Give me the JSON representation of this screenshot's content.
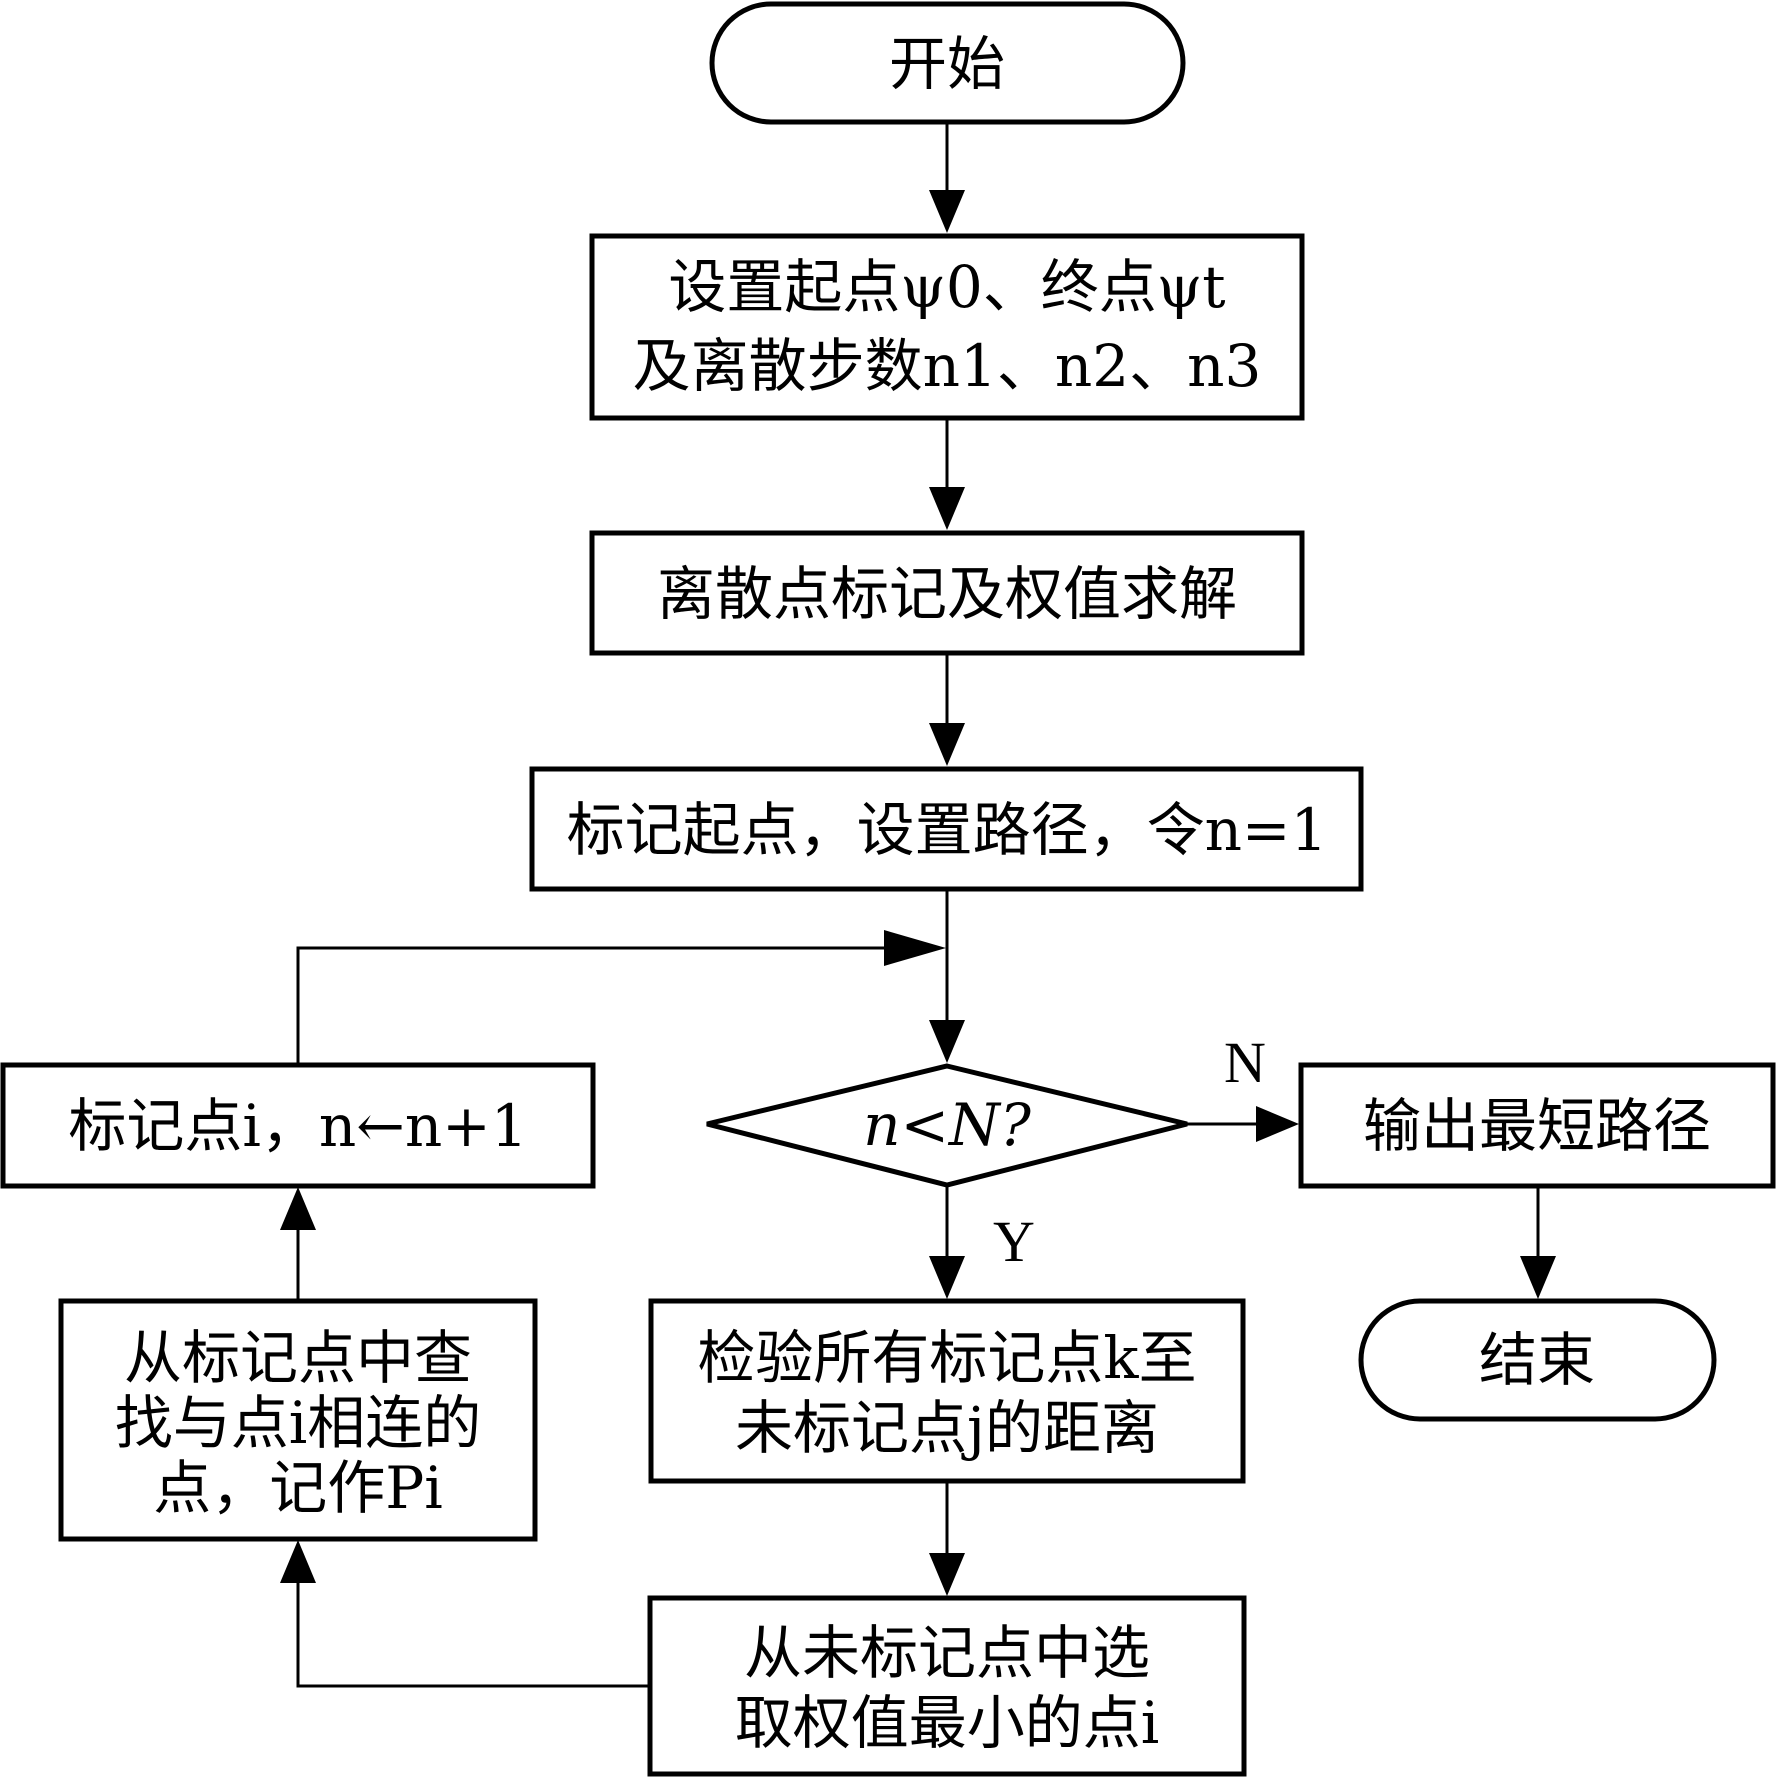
{
  "nodes": {
    "start": {
      "lines": [
        "开始"
      ]
    },
    "init": {
      "lines": [
        "设置起点ψ0、终点ψt",
        "及离散步数n1、n2、n3"
      ]
    },
    "mark": {
      "lines": [
        "离散点标记及权值求解"
      ]
    },
    "setpath": {
      "lines": [
        "标记起点，设置路径，令n=1"
      ]
    },
    "decision": {
      "lines": [
        "n<N?"
      ]
    },
    "output": {
      "lines": [
        "输出最短路径"
      ]
    },
    "end": {
      "lines": [
        "结束"
      ]
    },
    "check": {
      "lines": [
        "检验所有标记点k至",
        "未标记点j的距离"
      ]
    },
    "select": {
      "lines": [
        "从未标记点中选",
        "取权值最小的点i"
      ]
    },
    "find": {
      "lines": [
        "从标记点中查",
        "找与点i相连的",
        "点，记作Pi"
      ]
    },
    "update": {
      "lines": [
        "标记点i，n←n+1"
      ]
    }
  },
  "edge_labels": {
    "no": "N",
    "yes": "Y"
  }
}
